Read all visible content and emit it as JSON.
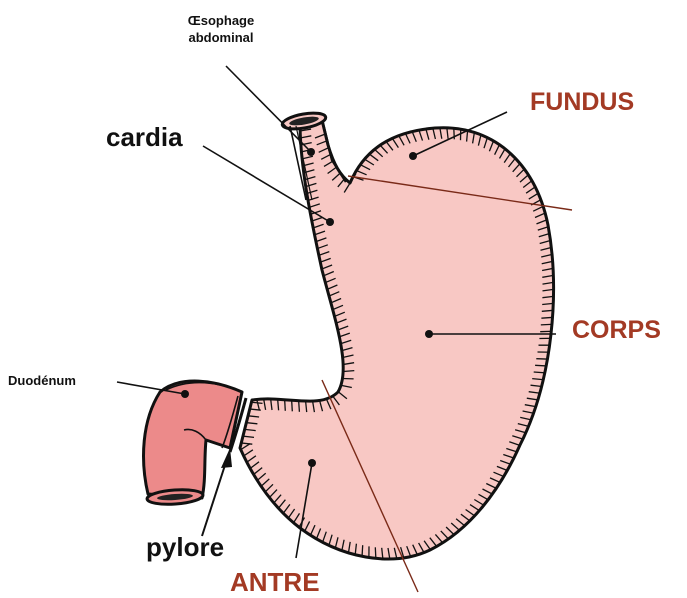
{
  "labels": {
    "oesophage_line1": "Œsophage",
    "oesophage_line2": "abdominal",
    "cardia": "cardia",
    "fundus": "FUNDUS",
    "corps": "CORPS",
    "duodenum": "Duodénum",
    "pylore": "pylore",
    "antre": "ANTRE"
  },
  "colors": {
    "stomach_fill": "#f8c8c4",
    "duodenum_fill": "#ec8a8a",
    "outline": "#111111",
    "region_divider": "#7a2a18",
    "red_label": "#a33a24"
  }
}
